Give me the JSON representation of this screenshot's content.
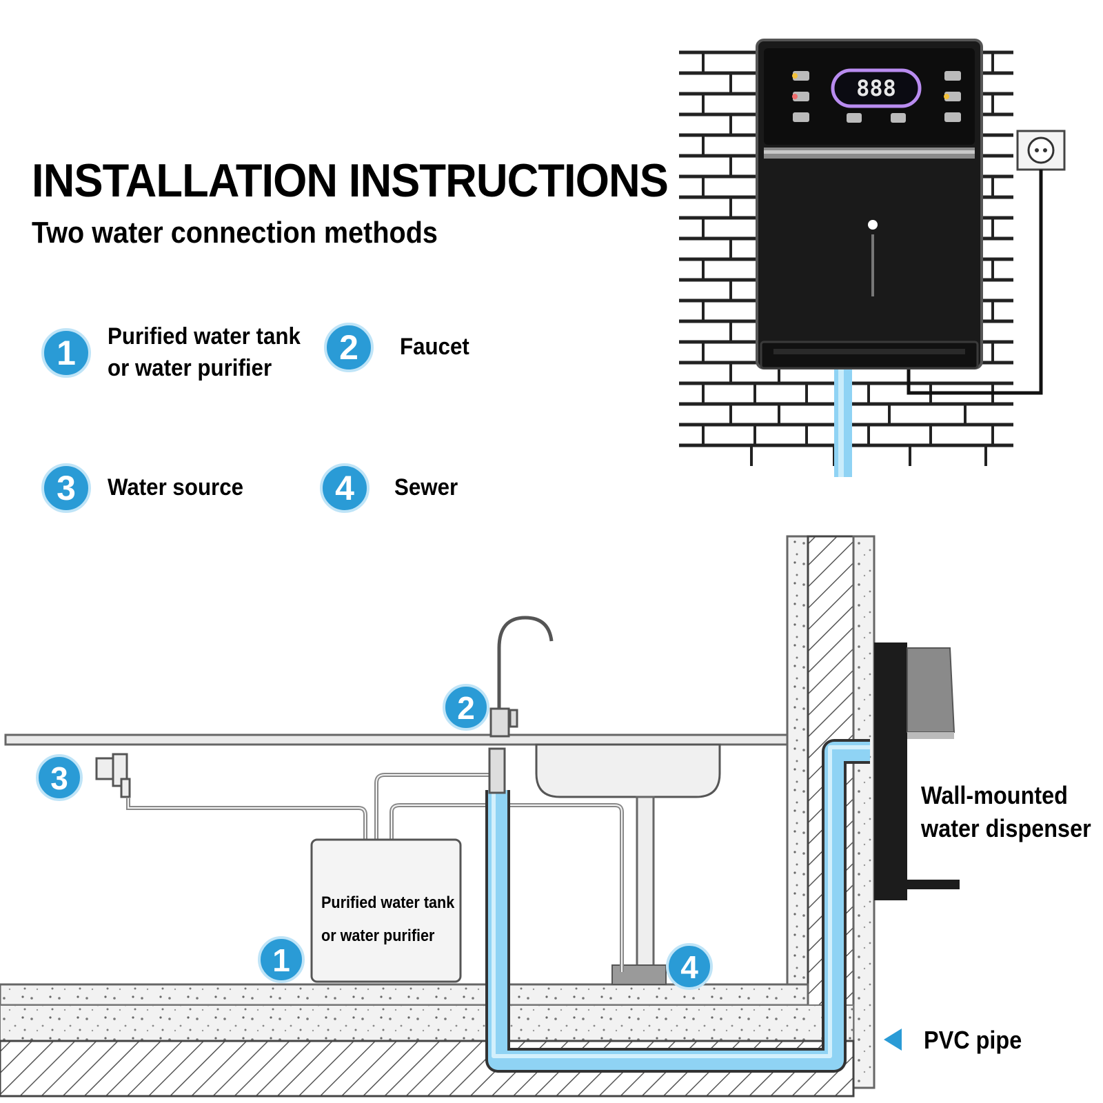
{
  "header": {
    "title": "INSTALLATION INSTRUCTIONS",
    "subtitle": "Two water connection methods"
  },
  "legend": [
    {
      "number": "1",
      "text_line1": "Purified water tank",
      "text_line2": "or water purifier"
    },
    {
      "number": "2",
      "text_line1": "Faucet",
      "text_line2": ""
    },
    {
      "number": "3",
      "text_line1": "Water source",
      "text_line2": ""
    },
    {
      "number": "4",
      "text_line1": "Sewer",
      "text_line2": ""
    }
  ],
  "device": {
    "display_readout": "888"
  },
  "diagram": {
    "tank_label_line1": "Purified water tank",
    "tank_label_line2": "or water purifier",
    "dispenser_label_line1": "Wall-mounted",
    "dispenser_label_line2": "water dispenser",
    "pipe_label": "PVC pipe",
    "marker_1": "1",
    "marker_2": "2",
    "marker_3": "3",
    "marker_4": "4"
  },
  "colors": {
    "badge_blue": "#2a9bd6",
    "water_blue": "#8fd3f4",
    "device_black": "#1a1a1a",
    "display_ring": "#b98cf0"
  }
}
